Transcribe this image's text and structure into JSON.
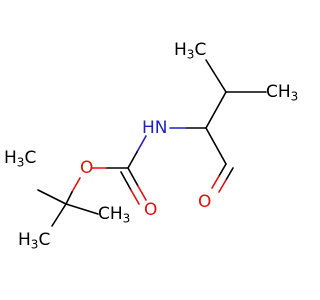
{
  "molecule": {
    "colors": {
      "carbon": "#000000",
      "nitrogen": "#1f1fbf",
      "oxygen": "#e01010"
    },
    "labels": {
      "methyl_upper_left": {
        "main": "H",
        "sub": "3",
        "tail": "C"
      },
      "methyl_upper_right": {
        "main": "CH",
        "sub": "3"
      },
      "nh": {
        "main": "HN"
      },
      "ester_oxygen": {
        "main": "O"
      },
      "carbonyl_oxygen": {
        "main": "O"
      },
      "aldehyde_oxygen": {
        "main": "O"
      },
      "methyl_tbu_left": {
        "main": "H",
        "sub": "3",
        "tail": "C"
      },
      "methyl_tbu_bottom_left": {
        "main": "H",
        "sub": "3",
        "tail": "C"
      },
      "methyl_tbu_right": {
        "main": "CH",
        "sub": "3"
      }
    }
  }
}
